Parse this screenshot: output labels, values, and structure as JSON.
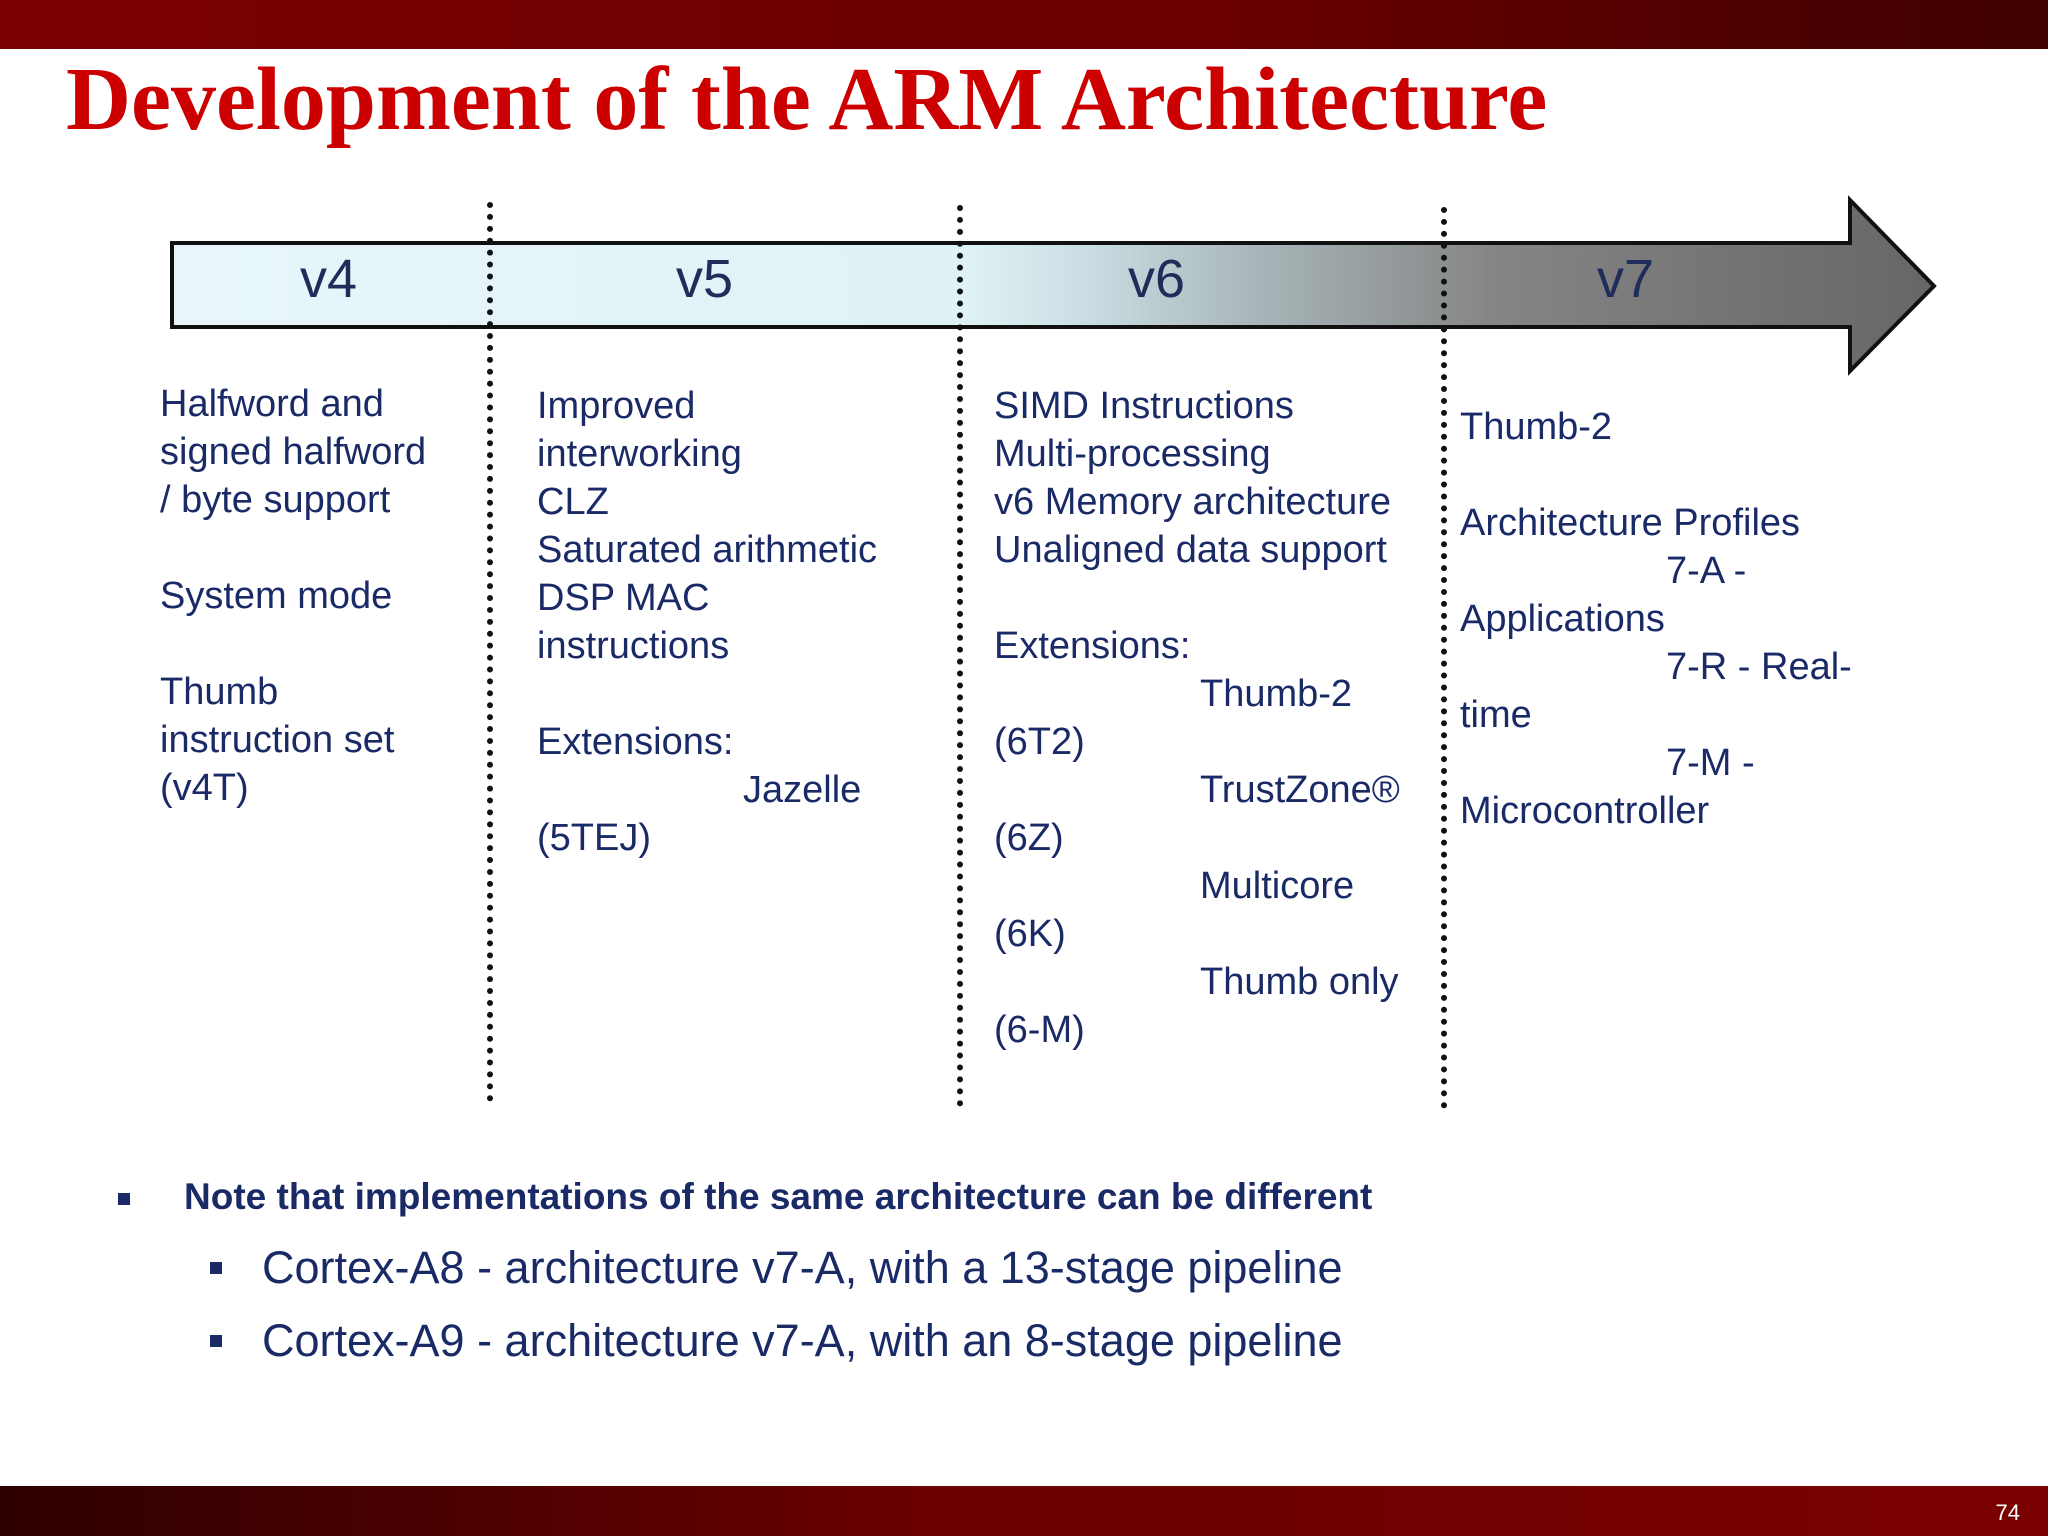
{
  "title": "Development of the ARM Architecture",
  "slide_number": "74",
  "timeline": {
    "versions": [
      "v4",
      "v5",
      "v6",
      "v7"
    ]
  },
  "columns": {
    "v4": [
      {
        "text": "Halfword and",
        "indent": false
      },
      {
        "text": "signed halfword",
        "indent": false
      },
      {
        "text": "/ byte support",
        "indent": false
      },
      {
        "text": "",
        "indent": false
      },
      {
        "text": "System mode",
        "indent": false
      },
      {
        "text": "",
        "indent": false
      },
      {
        "text": "Thumb",
        "indent": false
      },
      {
        "text": "instruction set",
        "indent": false
      },
      {
        "text": "(v4T)",
        "indent": false
      }
    ],
    "v5": [
      {
        "text": "Improved",
        "indent": false
      },
      {
        "text": "interworking",
        "indent": false
      },
      {
        "text": "CLZ",
        "indent": false
      },
      {
        "text": "Saturated arithmetic",
        "indent": false
      },
      {
        "text": "DSP MAC",
        "indent": false
      },
      {
        "text": "instructions",
        "indent": false
      },
      {
        "text": "",
        "indent": false
      },
      {
        "text": "Extensions:",
        "indent": false
      },
      {
        "text": "Jazelle",
        "indent": true
      },
      {
        "text": "(5TEJ)",
        "indent": false
      }
    ],
    "v6": [
      {
        "text": "SIMD Instructions",
        "indent": false
      },
      {
        "text": "Multi-processing",
        "indent": false
      },
      {
        "text": "v6 Memory architecture",
        "indent": false
      },
      {
        "text": "Unaligned data support",
        "indent": false
      },
      {
        "text": "",
        "indent": false
      },
      {
        "text": "Extensions:",
        "indent": false
      },
      {
        "text": "Thumb-2",
        "indent": true
      },
      {
        "text": "(6T2)",
        "indent": false
      },
      {
        "text": "TrustZone®",
        "indent": true
      },
      {
        "text": "(6Z)",
        "indent": false
      },
      {
        "text": "Multicore",
        "indent": true
      },
      {
        "text": "(6K)",
        "indent": false
      },
      {
        "text": "Thumb only",
        "indent": true
      },
      {
        "text": "(6-M)",
        "indent": false
      }
    ],
    "v7": [
      {
        "text": "Thumb-2",
        "indent": false
      },
      {
        "text": "",
        "indent": false
      },
      {
        "text": "Architecture Profiles",
        "indent": false
      },
      {
        "text": "7-A  -",
        "indent": true
      },
      {
        "text": "Applications",
        "indent": false
      },
      {
        "text": "7-R  - Real-",
        "indent": true
      },
      {
        "text": "time",
        "indent": false
      },
      {
        "text": "7-M  -",
        "indent": true
      },
      {
        "text": "Microcontroller",
        "indent": false
      }
    ]
  },
  "notes": {
    "main": "Note that implementations of the same architecture can be different",
    "subs": [
      "Cortex-A8 - architecture v7-A, with a 13-stage pipeline",
      "Cortex-A9 - architecture v7-A, with an 8-stage pipeline"
    ]
  },
  "colors": {
    "title": "#cc0000",
    "body_text": "#1a2a66",
    "bar": "#7a0000",
    "arrow_light": "#e8f6fa",
    "arrow_dark": "#6e6e6e"
  }
}
